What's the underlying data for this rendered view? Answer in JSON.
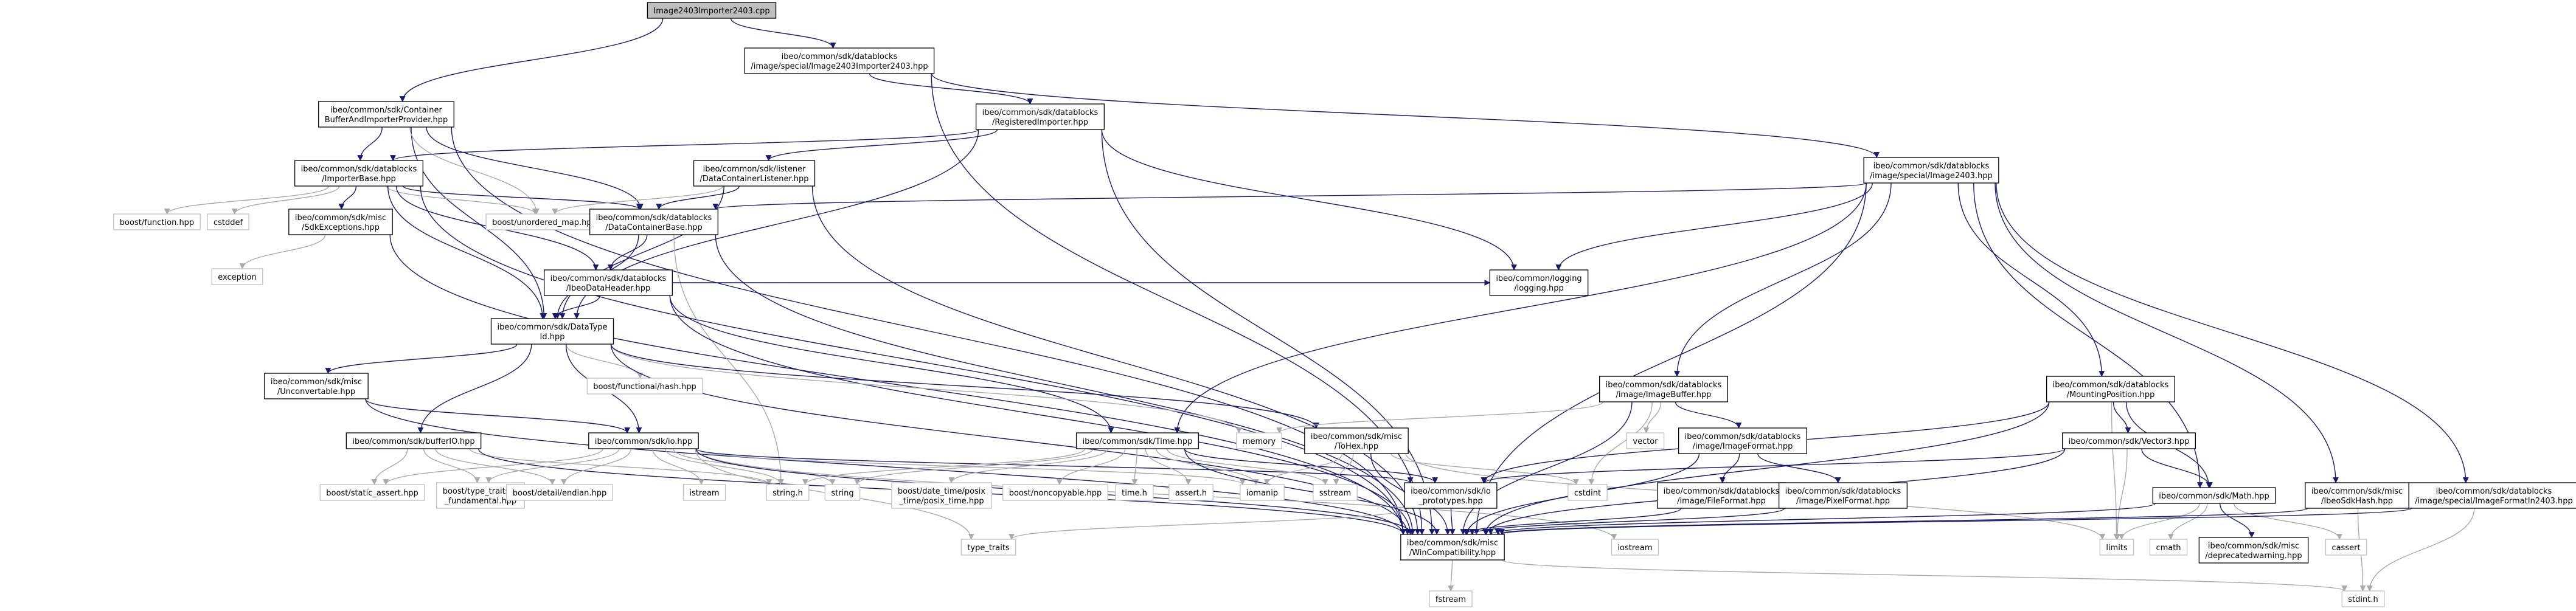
{
  "colors": {
    "edge": "#191970",
    "system_edge": "#a9a9a9",
    "root_fill": "#bfbfbf",
    "box_border": "#000000",
    "system_box_border": "#bfbfbf"
  },
  "nodes": [
    {
      "id": "root",
      "lines": [
        "Image2403Importer2403.cpp"
      ],
      "kind": "root"
    },
    {
      "id": "imp2403",
      "lines": [
        "ibeo/common/sdk/datablocks",
        "/image/special/Image2403Importer2403.hpp"
      ],
      "kind": "normal"
    },
    {
      "id": "container",
      "lines": [
        "ibeo/common/sdk/Container",
        "BufferAndImporterProvider.hpp"
      ],
      "kind": "normal"
    },
    {
      "id": "regimp",
      "lines": [
        "ibeo/common/sdk/datablocks",
        "/RegisteredImporter.hpp"
      ],
      "kind": "normal"
    },
    {
      "id": "image2403",
      "lines": [
        "ibeo/common/sdk/datablocks",
        "/image/special/Image2403.hpp"
      ],
      "kind": "normal"
    },
    {
      "id": "importerbase",
      "lines": [
        "ibeo/common/sdk/datablocks",
        "/ImporterBase.hpp"
      ],
      "kind": "normal"
    },
    {
      "id": "listener",
      "lines": [
        "ibeo/common/sdk/listener",
        "/DataContainerListener.hpp"
      ],
      "kind": "normal"
    },
    {
      "id": "boostfunction",
      "lines": [
        "boost/function.hpp"
      ],
      "kind": "sys"
    },
    {
      "id": "cstddef",
      "lines": [
        "cstddef"
      ],
      "kind": "sys"
    },
    {
      "id": "sdkexc",
      "lines": [
        "ibeo/common/sdk/misc",
        "/SdkExceptions.hpp"
      ],
      "kind": "normal"
    },
    {
      "id": "unordered",
      "lines": [
        "boost/unordered_map.hpp"
      ],
      "kind": "sys"
    },
    {
      "id": "dcb",
      "lines": [
        "ibeo/common/sdk/datablocks",
        "/DataContainerBase.hpp"
      ],
      "kind": "normal"
    },
    {
      "id": "exception",
      "lines": [
        "exception"
      ],
      "kind": "sys"
    },
    {
      "id": "header",
      "lines": [
        "ibeo/common/sdk/datablocks",
        "/IbeoDataHeader.hpp"
      ],
      "kind": "normal"
    },
    {
      "id": "datatype",
      "lines": [
        "ibeo/common/sdk/DataType",
        "Id.hpp"
      ],
      "kind": "normal"
    },
    {
      "id": "logging",
      "lines": [
        "ibeo/common/logging",
        "/logging.hpp"
      ],
      "kind": "normal"
    },
    {
      "id": "unconv",
      "lines": [
        "ibeo/common/sdk/misc",
        "/Unconvertable.hpp"
      ],
      "kind": "normal"
    },
    {
      "id": "boosthash",
      "lines": [
        "boost/functional/hash.hpp"
      ],
      "kind": "sys"
    },
    {
      "id": "bufferl2",
      "lines": [
        "ibeo/common/sdk/bufferIO.hpp"
      ],
      "kind": "normal"
    },
    {
      "id": "io",
      "lines": [
        "ibeo/common/sdk/io.hpp"
      ],
      "kind": "normal"
    },
    {
      "id": "time",
      "lines": [
        "ibeo/common/sdk/Time.hpp"
      ],
      "kind": "normal"
    },
    {
      "id": "memory",
      "lines": [
        "memory"
      ],
      "kind": "sys"
    },
    {
      "id": "tohex",
      "lines": [
        "ibeo/common/sdk/misc",
        "/ToHex.hpp"
      ],
      "kind": "normal"
    },
    {
      "id": "imagebuffer",
      "lines": [
        "ibeo/common/sdk/datablocks",
        "/image/ImageBuffer.hpp"
      ],
      "kind": "normal"
    },
    {
      "id": "vector",
      "lines": [
        "vector"
      ],
      "kind": "sys"
    },
    {
      "id": "imageformat",
      "lines": [
        "ibeo/common/sdk/datablocks",
        "/image/ImageFormat.hpp"
      ],
      "kind": "normal"
    },
    {
      "id": "mounting",
      "lines": [
        "ibeo/common/sdk/datablocks",
        "/MountingPosition.hpp"
      ],
      "kind": "normal"
    },
    {
      "id": "vector3",
      "lines": [
        "ibeo/common/sdk/Vector3.hpp"
      ],
      "kind": "normal"
    },
    {
      "id": "static_assert",
      "lines": [
        "boost/static_assert.hpp"
      ],
      "kind": "sys"
    },
    {
      "id": "typetraits_fund",
      "lines": [
        "boost/type_traits/is",
        "_fundamental.hpp"
      ],
      "kind": "sys"
    },
    {
      "id": "endian",
      "lines": [
        "boost/detail/endian.hpp"
      ],
      "kind": "sys"
    },
    {
      "id": "istream",
      "lines": [
        "istream"
      ],
      "kind": "sys"
    },
    {
      "id": "stringh",
      "lines": [
        "string.h"
      ],
      "kind": "sys"
    },
    {
      "id": "string",
      "lines": [
        "string"
      ],
      "kind": "sys"
    },
    {
      "id": "posix",
      "lines": [
        "boost/date_time/posix",
        "_time/posix_time.hpp"
      ],
      "kind": "sys"
    },
    {
      "id": "noncopyable",
      "lines": [
        "boost/noncopyable.hpp"
      ],
      "kind": "sys"
    },
    {
      "id": "timeh",
      "lines": [
        "time.h"
      ],
      "kind": "sys"
    },
    {
      "id": "asserth",
      "lines": [
        "assert.h"
      ],
      "kind": "sys"
    },
    {
      "id": "iomanip",
      "lines": [
        "iomanip"
      ],
      "kind": "sys"
    },
    {
      "id": "sstream",
      "lines": [
        "sstream"
      ],
      "kind": "sys"
    },
    {
      "id": "ioproto",
      "lines": [
        "ibeo/common/sdk/io",
        "_prototypes.hpp"
      ],
      "kind": "normal"
    },
    {
      "id": "cstdint",
      "lines": [
        "cstdint"
      ],
      "kind": "sys"
    },
    {
      "id": "fileformat",
      "lines": [
        "ibeo/common/sdk/datablocks",
        "/image/FileFormat.hpp"
      ],
      "kind": "normal"
    },
    {
      "id": "pixelformat",
      "lines": [
        "ibeo/common/sdk/datablocks",
        "/image/PixelFormat.hpp"
      ],
      "kind": "normal"
    },
    {
      "id": "math",
      "lines": [
        "ibeo/common/sdk/Math.hpp"
      ],
      "kind": "normal"
    },
    {
      "id": "sdkhash",
      "lines": [
        "ibeo/common/sdk/misc",
        "/IbeoSdkHash.hpp"
      ],
      "kind": "normal"
    },
    {
      "id": "imgfmtin",
      "lines": [
        "ibeo/common/sdk/datablocks",
        "/image/special/ImageFormatIn2403.hpp"
      ],
      "kind": "normal"
    },
    {
      "id": "wincompat",
      "lines": [
        "ibeo/common/sdk/misc",
        "/WinCompatibility.hpp"
      ],
      "kind": "normal"
    },
    {
      "id": "iostream",
      "lines": [
        "iostream"
      ],
      "kind": "sys"
    },
    {
      "id": "limits",
      "lines": [
        "limits"
      ],
      "kind": "sys"
    },
    {
      "id": "cmath",
      "lines": [
        "cmath"
      ],
      "kind": "sys"
    },
    {
      "id": "deprecated",
      "lines": [
        "ibeo/common/sdk/misc",
        "/deprecatedwarning.hpp"
      ],
      "kind": "normal"
    },
    {
      "id": "cassert",
      "lines": [
        "cassert"
      ],
      "kind": "sys"
    },
    {
      "id": "type_traits",
      "lines": [
        "type_traits"
      ],
      "kind": "sys"
    },
    {
      "id": "stdinth",
      "lines": [
        "stdint.h"
      ],
      "kind": "sys"
    },
    {
      "id": "fstream",
      "lines": [
        "fstream"
      ],
      "kind": "sys"
    }
  ],
  "edges": [
    [
      "root",
      "imp2403"
    ],
    [
      "root",
      "container"
    ],
    [
      "imp2403",
      "regimp"
    ],
    [
      "imp2403",
      "image2403"
    ],
    [
      "imp2403",
      "wincompat"
    ],
    [
      "container",
      "importerbase"
    ],
    [
      "container",
      "dcb"
    ],
    [
      "container",
      "datatype"
    ],
    [
      "container",
      "unordered"
    ],
    [
      "container",
      "wincompat"
    ],
    [
      "regimp",
      "importerbase"
    ],
    [
      "regimp",
      "listener"
    ],
    [
      "regimp",
      "datatype"
    ],
    [
      "regimp",
      "logging"
    ],
    [
      "regimp",
      "wincompat"
    ],
    [
      "image2403",
      "dcb"
    ],
    [
      "image2403",
      "imagebuffer"
    ],
    [
      "image2403",
      "mounting"
    ],
    [
      "image2403",
      "time"
    ],
    [
      "image2403",
      "logging"
    ],
    [
      "image2403",
      "math"
    ],
    [
      "image2403",
      "sdkhash"
    ],
    [
      "image2403",
      "imgfmtin"
    ],
    [
      "image2403",
      "wincompat"
    ],
    [
      "importerbase",
      "boostfunction"
    ],
    [
      "importerbase",
      "cstddef"
    ],
    [
      "importerbase",
      "sdkexc"
    ],
    [
      "importerbase",
      "unordered"
    ],
    [
      "importerbase",
      "dcb"
    ],
    [
      "importerbase",
      "header"
    ],
    [
      "importerbase",
      "datatype"
    ],
    [
      "importerbase",
      "wincompat"
    ],
    [
      "listener",
      "unordered"
    ],
    [
      "listener",
      "dcb"
    ],
    [
      "listener",
      "datatype"
    ],
    [
      "listener",
      "wincompat"
    ],
    [
      "sdkexc",
      "exception"
    ],
    [
      "sdkexc",
      "wincompat"
    ],
    [
      "dcb",
      "header"
    ],
    [
      "dcb",
      "datatype"
    ],
    [
      "dcb",
      "stringh"
    ],
    [
      "dcb",
      "wincompat"
    ],
    [
      "header",
      "datatype"
    ],
    [
      "header",
      "time"
    ],
    [
      "header",
      "logging"
    ],
    [
      "header",
      "wincompat"
    ],
    [
      "datatype",
      "unconv"
    ],
    [
      "datatype",
      "boosthash"
    ],
    [
      "datatype",
      "bufferl2"
    ],
    [
      "datatype",
      "io"
    ],
    [
      "datatype",
      "memory"
    ],
    [
      "datatype",
      "tohex"
    ],
    [
      "datatype",
      "wincompat"
    ],
    [
      "unconv",
      "io"
    ],
    [
      "unconv",
      "wincompat"
    ],
    [
      "bufferl2",
      "static_assert"
    ],
    [
      "bufferl2",
      "typetraits_fund"
    ],
    [
      "bufferl2",
      "endian"
    ],
    [
      "bufferl2",
      "stringh"
    ],
    [
      "bufferl2",
      "wincompat"
    ],
    [
      "io",
      "istream"
    ],
    [
      "io",
      "stringh"
    ],
    [
      "io",
      "string"
    ],
    [
      "io",
      "iomanip"
    ],
    [
      "io",
      "ioproto"
    ],
    [
      "io",
      "iostream"
    ],
    [
      "io",
      "wincompat"
    ],
    [
      "io",
      "static_assert"
    ],
    [
      "io",
      "endian"
    ],
    [
      "io",
      "typetraits_fund"
    ],
    [
      "io",
      "type_traits"
    ],
    [
      "time",
      "posix"
    ],
    [
      "time",
      "noncopyable"
    ],
    [
      "time",
      "timeh"
    ],
    [
      "time",
      "asserth"
    ],
    [
      "time",
      "iomanip"
    ],
    [
      "time",
      "sstream"
    ],
    [
      "time",
      "string"
    ],
    [
      "time",
      "ioproto"
    ],
    [
      "time",
      "wincompat"
    ],
    [
      "time",
      "stringh"
    ],
    [
      "tohex",
      "iomanip"
    ],
    [
      "tohex",
      "sstream"
    ],
    [
      "tohex",
      "cstdint"
    ],
    [
      "tohex",
      "limits"
    ],
    [
      "tohex",
      "wincompat"
    ],
    [
      "imagebuffer",
      "memory"
    ],
    [
      "imagebuffer",
      "vector"
    ],
    [
      "imagebuffer",
      "cstdint"
    ],
    [
      "imagebuffer",
      "imageformat"
    ],
    [
      "imagebuffer",
      "wincompat"
    ],
    [
      "imageformat",
      "fileformat"
    ],
    [
      "imageformat",
      "pixelformat"
    ],
    [
      "imageformat",
      "wincompat"
    ],
    [
      "fileformat",
      "wincompat"
    ],
    [
      "pixelformat",
      "wincompat"
    ],
    [
      "mounting",
      "vector3"
    ],
    [
      "mounting",
      "math"
    ],
    [
      "mounting",
      "ioproto"
    ],
    [
      "mounting",
      "wincompat"
    ],
    [
      "mounting",
      "limits"
    ],
    [
      "vector3",
      "math"
    ],
    [
      "vector3",
      "ioproto"
    ],
    [
      "vector3",
      "limits"
    ],
    [
      "vector3",
      "wincompat"
    ],
    [
      "math",
      "limits"
    ],
    [
      "math",
      "cmath"
    ],
    [
      "math",
      "deprecated"
    ],
    [
      "math",
      "cassert"
    ],
    [
      "math",
      "wincompat"
    ],
    [
      "sdkhash",
      "stdinth"
    ],
    [
      "sdkhash",
      "wincompat"
    ],
    [
      "imgfmtin",
      "stdinth"
    ],
    [
      "imgfmtin",
      "wincompat"
    ],
    [
      "ioproto",
      "type_traits"
    ],
    [
      "ioproto",
      "wincompat"
    ],
    [
      "wincompat",
      "fstream"
    ],
    [
      "wincompat",
      "stdinth"
    ]
  ]
}
